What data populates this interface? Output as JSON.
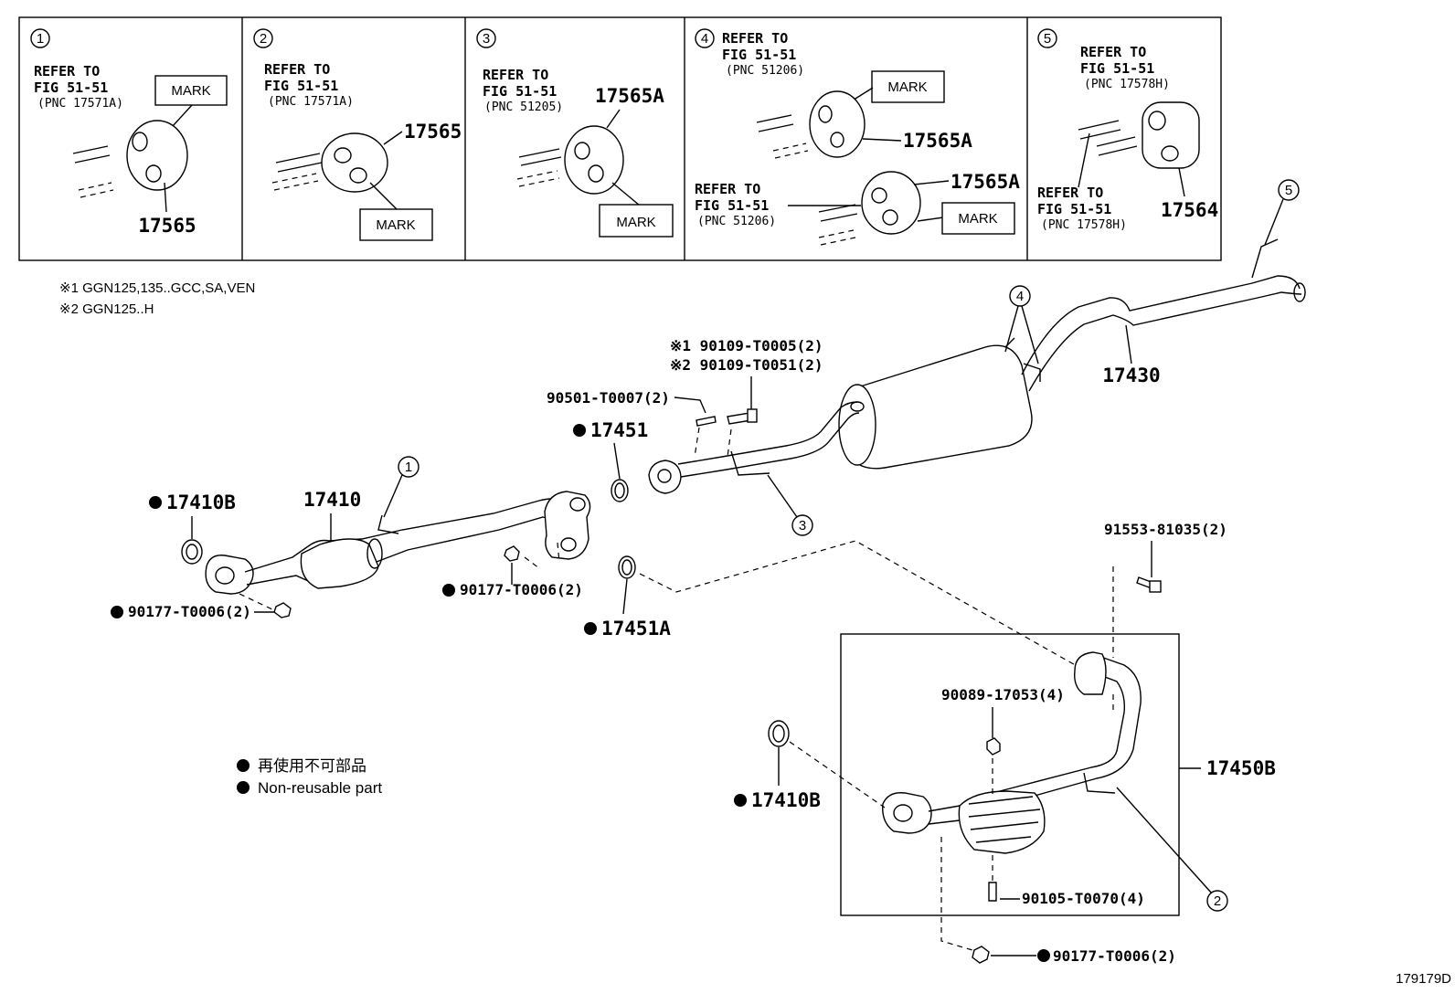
{
  "insets": [
    {
      "num": "1",
      "refer": "REFER TO",
      "fig": "FIG 51-51",
      "pnc": "(PNC 17571A)",
      "mark": "MARK",
      "part": "17565"
    },
    {
      "num": "2",
      "refer": "REFER TO",
      "fig": "FIG 51-51",
      "pnc": "(PNC 17571A)",
      "mark": "MARK",
      "part": "17565"
    },
    {
      "num": "3",
      "refer": "REFER TO",
      "fig": "FIG 51-51",
      "pnc": "(PNC 51205)",
      "mark": "MARK",
      "part": "17565A"
    },
    {
      "num": "4",
      "refer": "REFER TO",
      "fig": "FIG 51-51",
      "pnc": "(PNC 51206)",
      "mark": "MARK",
      "part": "17565A",
      "refer2": "REFER TO",
      "fig2": "FIG 51-51",
      "pnc2": "(PNC 51206)",
      "mark2": "MARK",
      "part2": "17565A"
    },
    {
      "num": "5",
      "refer": "REFER TO",
      "fig": "FIG 51-51",
      "pnc": "(PNC 17578H)",
      "part": "17564",
      "refer2": "REFER TO",
      "fig2": "FIG 51-51",
      "pnc2": "(PNC 17578H)"
    }
  ],
  "notes": {
    "note1": "※1 GGN125,135..GCC,SA,VEN",
    "note2": "※2 GGN125..H"
  },
  "legend": {
    "jp": "再使用不可部品",
    "en": "Non-reusable part"
  },
  "callouts": {
    "c1": "1",
    "c2": "2",
    "c3": "3",
    "c4": "4",
    "c5": "5"
  },
  "parts": {
    "p17430": "17430",
    "p17410": "17410",
    "p17410B_a": "17410B",
    "p17410B_b": "17410B",
    "p17451": "17451",
    "p17451A": "17451A",
    "p17450B": "17450B",
    "bolt1": "※1 90109-T0005(2)",
    "bolt2": "※2 90109-T0051(2)",
    "spring": "90501-T0007(2)",
    "nut_a": "90177-T0006(2)",
    "nut_b": "90177-T0006(2)",
    "nut_c": "90177-T0006(2)",
    "bolt91553": "91553-81035(2)",
    "nut90089": "90089-17053(4)",
    "stud90105": "90105-T0070(4)"
  },
  "figure_code": "179179D"
}
